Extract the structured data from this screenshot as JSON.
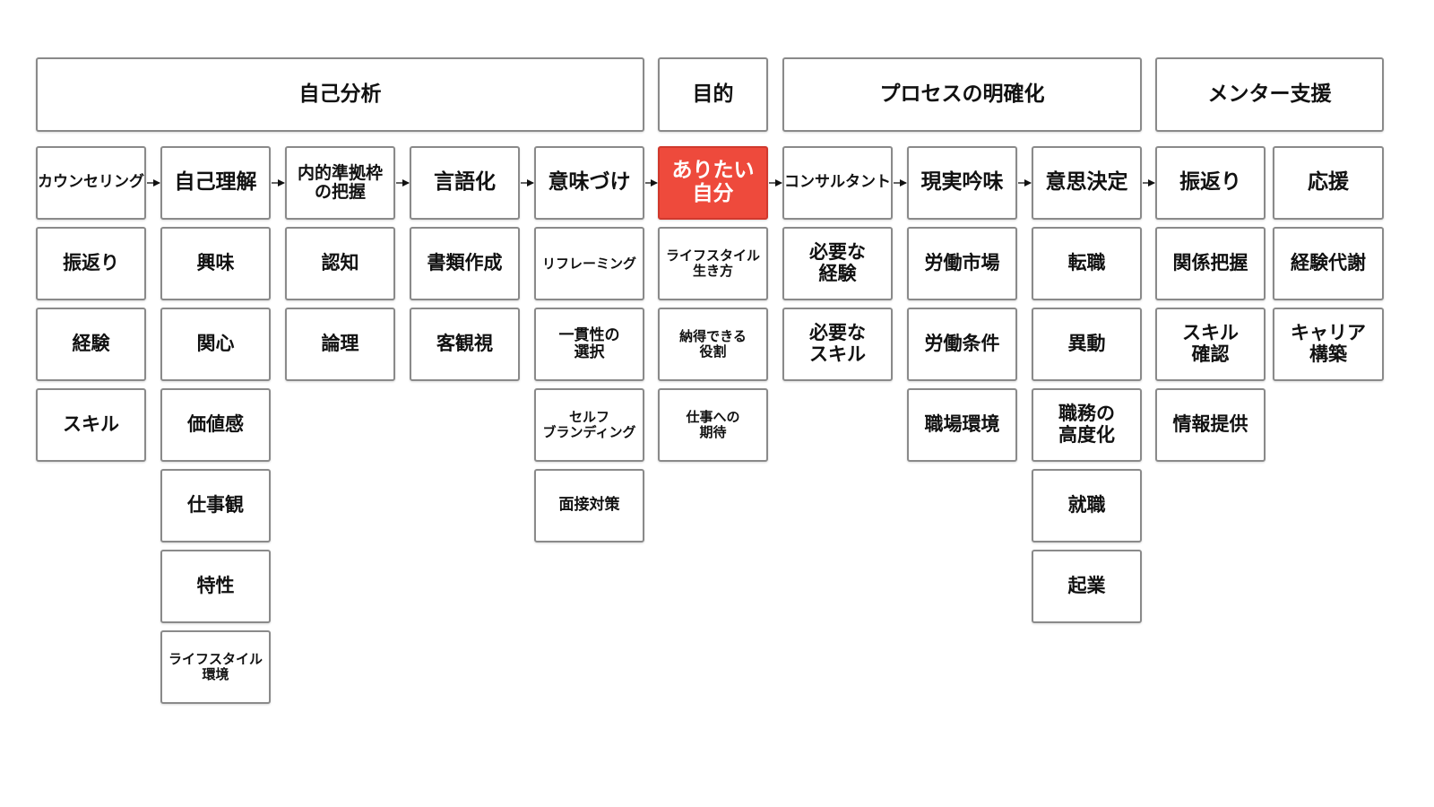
{
  "headers": [
    {
      "key": "self_analysis",
      "label": "自己分析"
    },
    {
      "key": "purpose",
      "label": "目的"
    },
    {
      "key": "process",
      "label": "プロセスの明確化"
    },
    {
      "key": "mentor",
      "label": "メンター支援"
    }
  ],
  "columns": [
    {
      "key": "counseling",
      "top": "カウンセリング",
      "items": [
        "振返り",
        "経験",
        "スキル"
      ]
    },
    {
      "key": "self_understanding",
      "top": "自己理解",
      "items": [
        "興味",
        "関心",
        "価値感",
        "仕事観",
        "特性",
        "ライフスタイル\n環境"
      ]
    },
    {
      "key": "internal_frame",
      "top": "内的準拠枠\nの把握",
      "items": [
        "認知",
        "論理"
      ]
    },
    {
      "key": "verbalization",
      "top": "言語化",
      "items": [
        "書類作成",
        "客観視"
      ]
    },
    {
      "key": "meaning",
      "top": "意味づけ",
      "items": [
        "リフレーミング",
        "一貫性の\n選択",
        "セルフ\nブランディング",
        "面接対策"
      ]
    },
    {
      "key": "ideal_self",
      "top": "ありたい\n自分",
      "items": [
        "ライフスタイル\n生き方",
        "納得できる\n役割",
        "仕事への\n期待"
      ]
    },
    {
      "key": "consultant",
      "top": "コンサルタント",
      "items": [
        "必要な\n経験",
        "必要な\nスキル"
      ]
    },
    {
      "key": "reality",
      "top": "現実吟味",
      "items": [
        "労働市場",
        "労働条件",
        "職場環境"
      ]
    },
    {
      "key": "decision",
      "top": "意思決定",
      "items": [
        "転職",
        "異動",
        "職務の\n高度化",
        "就職",
        "起業"
      ]
    },
    {
      "key": "reflection",
      "top": "振返り",
      "items": [
        "関係把握",
        "スキル\n確認",
        "情報提供"
      ]
    },
    {
      "key": "support",
      "top": "応援",
      "items": [
        "経験代謝",
        "キャリア\n構築"
      ]
    }
  ],
  "colors": {
    "highlight": "#ee4a3c",
    "border": "#8a8a8a",
    "arrow": "#111111"
  },
  "highlighted_column": "ideal_self"
}
